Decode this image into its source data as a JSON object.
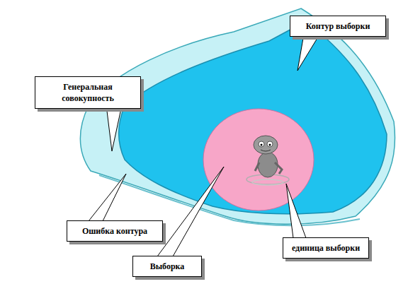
{
  "diagram": {
    "nodes": [
      {
        "text": [
          "Контур выборки"
        ]
      },
      {
        "text": [
          "Генеральная совокупность"
        ]
      },
      {
        "text": [
          "Ошибка контура"
        ]
      },
      {
        "text": [
          "единица выборки"
        ]
      },
      {
        "text": [
          "Выборка"
        ]
      }
    ]
  }
}
